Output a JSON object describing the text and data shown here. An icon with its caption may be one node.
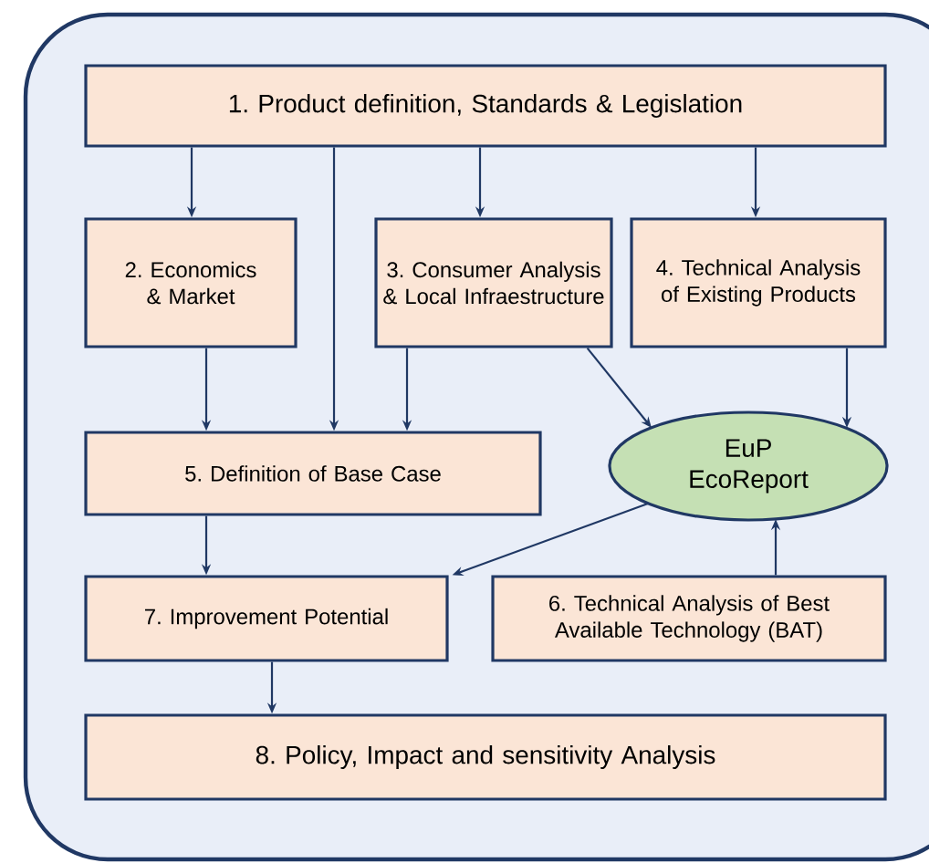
{
  "diagram": {
    "nodes": [
      {
        "text": [],
        "shape": "box"
      },
      {
        "text": [
          "1. Product definition, Standards & Legislation"
        ],
        "in": 0
      },
      {
        "text": [
          "2. Economics & Market"
        ],
        "in": 0
      },
      {
        "text": [
          "3. Consumer Analysis & Local Infraestructure"
        ],
        "in": 0
      },
      {
        "text": [
          "4. Technical Analysis of Existing Products"
        ],
        "in": 0
      },
      {
        "text": [
          "5. Definition of Base Case"
        ],
        "in": 0
      },
      {
        "text": [
          "EuP EcoReport"
        ],
        "in": 0
      },
      {
        "text": [
          "7. Improvement Potential"
        ],
        "in": 0
      },
      {
        "text": [
          "6. Technical Analysis of Best Available Technology (BAT)"
        ],
        "in": 0
      },
      {
        "text": [
          "8. Policy, Impact and sensitivity Analysis"
        ],
        "in": 0
      }
    ],
    "edges": [
      {
        "from": 1,
        "to": 2,
        "arrow": "to"
      },
      {
        "from": 1,
        "to": 5,
        "arrow": "to"
      },
      {
        "from": 1,
        "to": 3,
        "arrow": "to"
      },
      {
        "from": 1,
        "to": 4,
        "arrow": "to"
      },
      {
        "from": 2,
        "to": 5,
        "arrow": "to"
      },
      {
        "from": 3,
        "to": 5,
        "arrow": "to"
      },
      {
        "from": 3,
        "to": 6,
        "arrow": "to"
      },
      {
        "from": 4,
        "to": 6,
        "arrow": "to"
      },
      {
        "from": 5,
        "to": 7,
        "arrow": "to"
      },
      {
        "from": 6,
        "to": 7,
        "arrow": "to"
      },
      {
        "from": 8,
        "to": 6,
        "arrow": "to"
      },
      {
        "from": 7,
        "to": 9,
        "arrow": "to"
      }
    ]
  }
}
